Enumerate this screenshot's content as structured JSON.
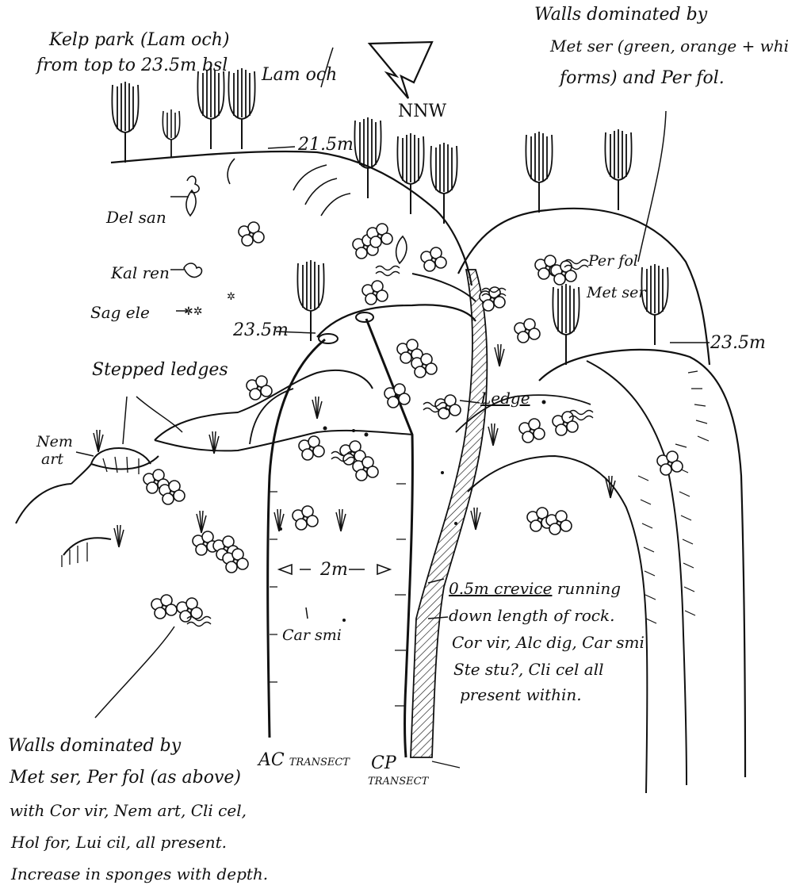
{
  "annotations": {
    "kelp_note": [
      "Kelp park (Lam och)",
      "from top to 23.5m bsl"
    ],
    "lam_och": "Lam och",
    "direction": "NNW",
    "walls_top_note": [
      "Walls dominated by",
      "Met ser (green, orange + white",
      "forms) and Per fol."
    ],
    "depth_top": "21.5m",
    "del_san": "Del san",
    "kal_ren": "Kal ren",
    "sag_ele": "Sag ele",
    "per_fol": "Per fol",
    "met_ser": "Met ser",
    "depth_left": "23.5m",
    "depth_right": "23.5m",
    "stepped_ledges": "Stepped ledges",
    "ledge": "Ledge",
    "nem_art": [
      "Nem",
      "art"
    ],
    "scale": "2m",
    "car_smi": "Car smi",
    "crevice_underlined": "0.5m crevice",
    "crevice_note": [
      " running",
      "down length of rock.",
      "Cor vir, Alc dig, Car smi",
      "Ste stu?, Cli cel all",
      "present within."
    ],
    "ac_transect": [
      "AC",
      "TRANSECT"
    ],
    "cp_transect": [
      "CP",
      "TRANSECT"
    ],
    "walls_bottom_note": [
      "Walls dominated by",
      "Met ser, Per fol (as above)",
      "with Cor vir, Nem art, Cli cel,",
      "Hol for, Lui cil, all present.",
      "Increase in sponges with depth."
    ]
  }
}
